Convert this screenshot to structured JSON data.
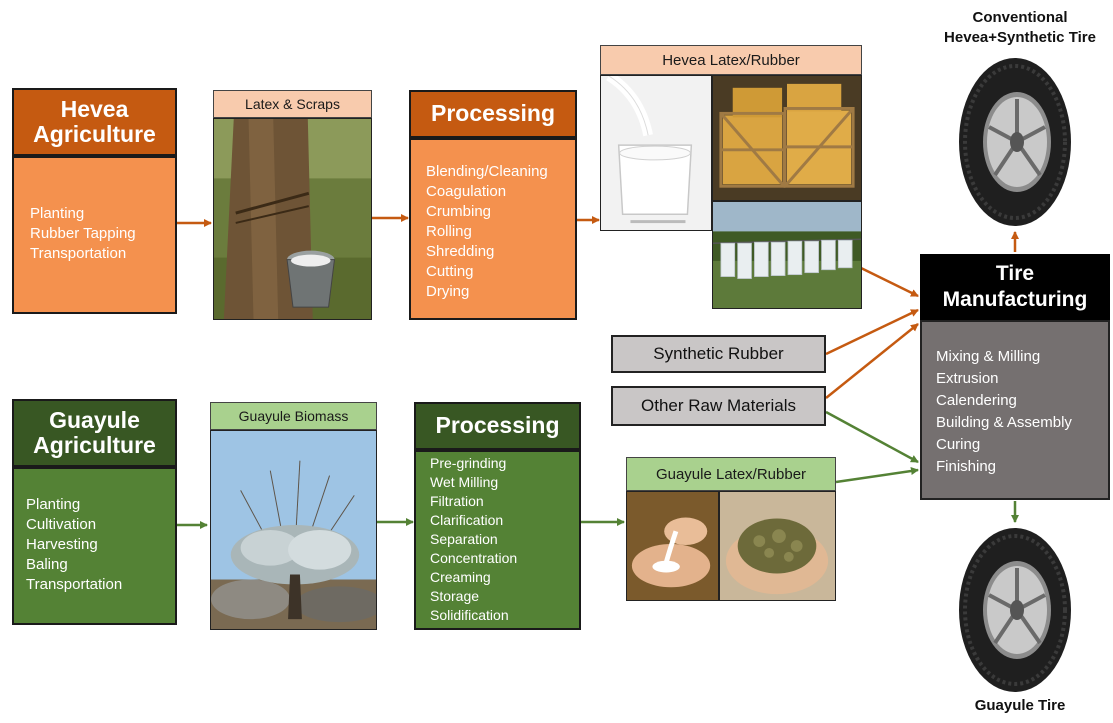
{
  "hevea": {
    "agri_title": [
      "Hevea",
      "Agriculture"
    ],
    "agri_steps": [
      "Planting",
      "Rubber Tapping",
      "Transportation"
    ],
    "photo_label": "Latex & Scraps",
    "proc_title": "Processing",
    "proc_steps": [
      "Blending/Cleaning",
      "Coagulation",
      "Crumbing",
      "Rolling",
      "Shredding",
      "Cutting",
      "Drying"
    ],
    "output_label": "Hevea Latex/Rubber"
  },
  "guayule": {
    "agri_title": [
      "Guayule",
      "Agriculture"
    ],
    "agri_steps": [
      "Planting",
      "Cultivation",
      "Harvesting",
      "Baling",
      "Transportation"
    ],
    "photo_label": "Guayule Biomass",
    "proc_title": "Processing",
    "proc_steps": [
      "Pre-grinding",
      "Wet Milling",
      "Filtration",
      "Clarification",
      "Separation",
      "Concentration",
      "Creaming",
      "Storage",
      "Solidification"
    ],
    "output_label": "Guayule Latex/Rubber"
  },
  "inputs": {
    "synthetic": "Synthetic Rubber",
    "other": "Other Raw Materials"
  },
  "manufacturing": {
    "title": [
      "Tire",
      "Manufacturing"
    ],
    "steps": [
      "Mixing & Milling",
      "Extrusion",
      "Calendering",
      "Building & Assembly",
      "Curing",
      "Finishing"
    ]
  },
  "tires": {
    "top_label": [
      "Conventional",
      "Hevea+Synthetic Tire"
    ],
    "bottom_label": "Guayule Tire"
  },
  "colors": {
    "hevea_arrow": "#c55a11",
    "guayule_arrow": "#548235"
  }
}
